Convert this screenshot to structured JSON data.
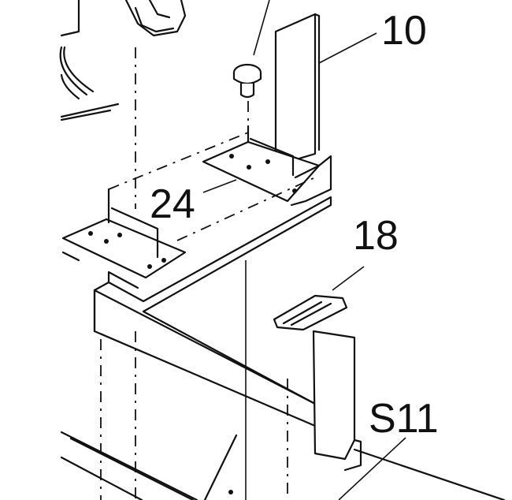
{
  "diagram": {
    "callouts": [
      {
        "id": "callout-10",
        "label": "10"
      },
      {
        "id": "callout-24",
        "label": "24"
      },
      {
        "id": "callout-18",
        "label": "18"
      },
      {
        "id": "callout-s11",
        "label": "S11"
      }
    ]
  }
}
